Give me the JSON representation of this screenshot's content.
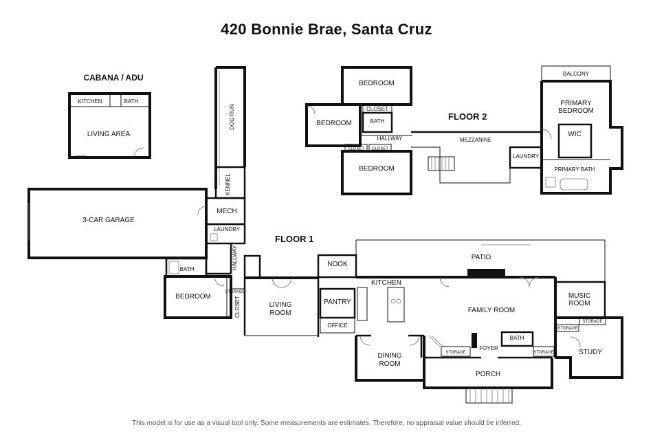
{
  "title": "420 Bonnie Brae, Santa Cruz",
  "disclaimer": "This model is for use as a visual tool only. Some measurements are estimates. Therefore, no appraisal value should be inferred.",
  "sections": {
    "cabana": "CABANA / ADU",
    "floor1": "FLOOR 1",
    "floor2": "FLOOR 2"
  },
  "rooms": {
    "cabana_kitchen": "KITCHEN",
    "cabana_bath": "BATH",
    "cabana_living": "LIVING AREA",
    "dog_run": "DOG RUN",
    "kennel": "KENNEL",
    "mech": "MECH",
    "laundry1": "LAUNDRY",
    "garage": "3-CAR GARAGE",
    "bath1": "BATH",
    "hallway1": "HALLWAY",
    "bedroom1": "BEDROOM",
    "storage_bed": "STORAGE",
    "closet1": "CLOSET",
    "living_room_1": "LIVING",
    "living_room_2": "ROOM",
    "nook": "NOOK",
    "kitchen": "KITCHEN",
    "pantry": "PANTRY",
    "office": "OFFICE",
    "patio": "PATIO",
    "family_room": "FAMILY ROOM",
    "dining_1": "DINING",
    "dining_2": "ROOM",
    "storage_foyer": "STORAGE",
    "foyer": "FOYER",
    "bath_foyer": "BATH",
    "storage_right": "STORAGE",
    "porch": "PORCH",
    "music_1": "MUSIC",
    "music_2": "ROOM",
    "storage_music": "STORAGE",
    "storage_study": "STORAGE",
    "study": "STUDY",
    "bedroom2_top": "BEDROOM",
    "bedroom2_left": "BEDROOM",
    "bedroom2_bottom": "BEDROOM",
    "closet2_top": "CLOSET",
    "bath2": "BATH",
    "hallway2": "HALLWAY",
    "closet2_a": "CLOSET",
    "closet2_b": "CLOSET",
    "mezzanine": "MEZZANINE",
    "laundry2": "LAUNDRY",
    "balcony": "BALCONY",
    "primary_bed_1": "PRIMARY",
    "primary_bed_2": "BEDROOM",
    "wic": "WIC",
    "primary_bath": "PRIMARY BATH"
  }
}
